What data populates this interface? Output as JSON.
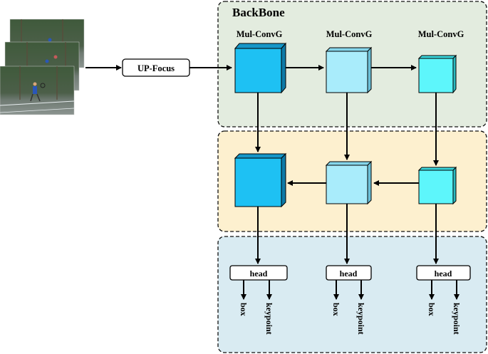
{
  "backbone": {
    "title": "BackBone",
    "columns": [
      "Mul-ConvG",
      "Mul-ConvG",
      "Mul-ConvG"
    ]
  },
  "input": {
    "stack_count": 3
  },
  "up_focus": {
    "label": "UP-Focus"
  },
  "heads": [
    {
      "label": "head",
      "outputs": [
        "box",
        "keypoint"
      ]
    },
    {
      "label": "head",
      "outputs": [
        "box",
        "keypoint"
      ]
    },
    {
      "label": "head",
      "outputs": [
        "box",
        "keypoint"
      ]
    }
  ],
  "colors": {
    "backbone_bg": "#e3ecdf",
    "neck_bg": "#fdf0cf",
    "head_bg": "#d9ebf2",
    "cube_large": "#1ec1f3",
    "cube_medium": "#a9ecfb",
    "cube_small": "#5df6fb"
  }
}
